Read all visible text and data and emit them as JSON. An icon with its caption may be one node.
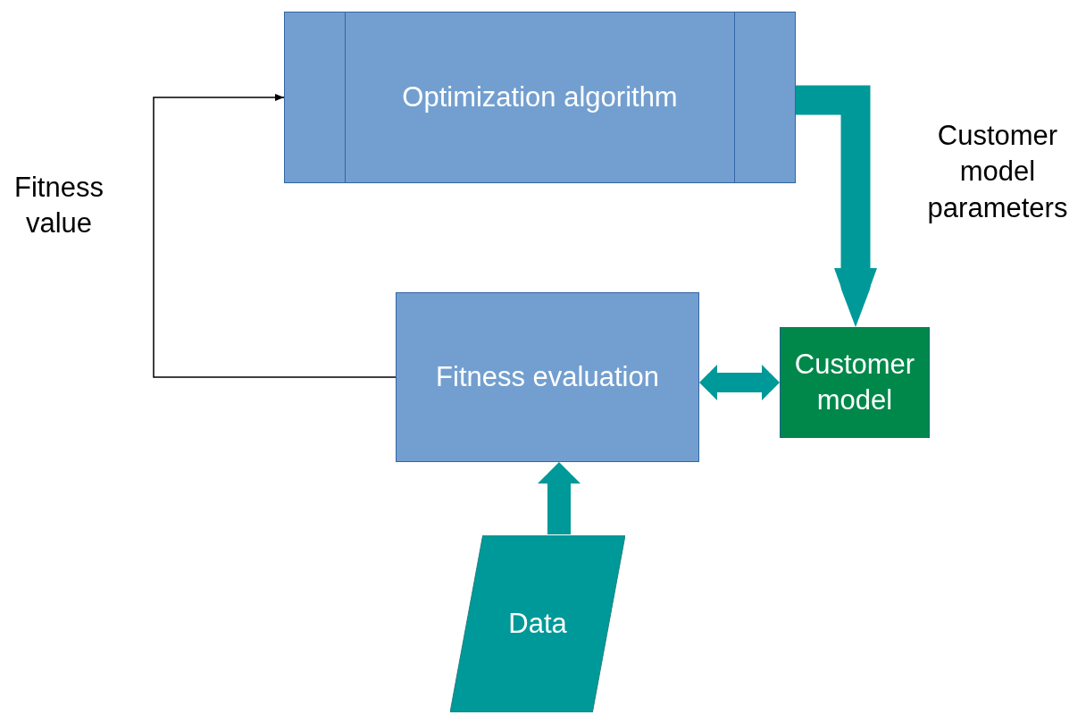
{
  "diagram": {
    "nodes": [
      {
        "text": [
          "Optimization algorithm"
        ]
      },
      {
        "text": [
          "Fitness evaluation"
        ]
      },
      {
        "text": [
          "Customer model"
        ]
      },
      {
        "text": [
          "Data"
        ]
      }
    ],
    "edges": [
      {
        "from": 1,
        "to": 0,
        "arrow": "to",
        "label": "Fitness value",
        "color": "#000000"
      },
      {
        "from": 0,
        "to": 2,
        "arrow": "to",
        "label": "Customer model parameters"
      },
      {
        "from": 1,
        "to": 2,
        "arrow": "both"
      },
      {
        "from": 3,
        "to": 1,
        "arrow": "to"
      }
    ]
  }
}
